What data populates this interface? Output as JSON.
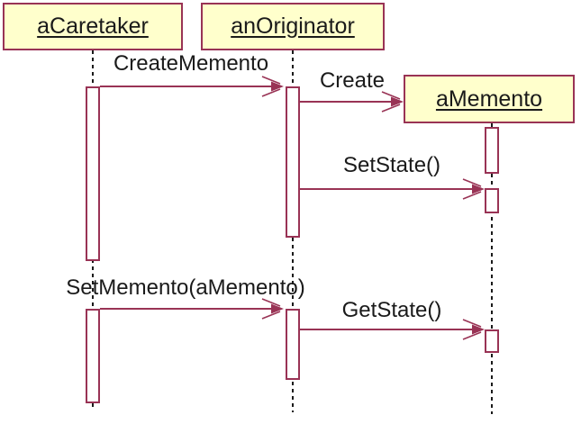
{
  "diagram": {
    "type": "uml-sequence",
    "pattern": "Memento",
    "objects": [
      {
        "label": "aCaretaker"
      },
      {
        "label": "anOriginator"
      },
      {
        "label": "aMemento"
      }
    ],
    "messages": [
      {
        "label": "CreateMemento",
        "from": "aCaretaker",
        "to": "anOriginator"
      },
      {
        "label": "Create",
        "from": "anOriginator",
        "to": "aMemento"
      },
      {
        "label": "SetState()",
        "from": "anOriginator",
        "to": "aMemento"
      },
      {
        "label": "SetMemento(aMemento)",
        "from": "aCaretaker",
        "to": "anOriginator"
      },
      {
        "label": "GetState()",
        "from": "anOriginator",
        "to": "aMemento"
      }
    ]
  },
  "colors": {
    "box_fill": "#FFFFCC",
    "box_border": "#993355",
    "arrow": "#993355",
    "lifeline": "#1A1A1A",
    "text": "#1A1A1A",
    "background": "#FFFFFF"
  }
}
